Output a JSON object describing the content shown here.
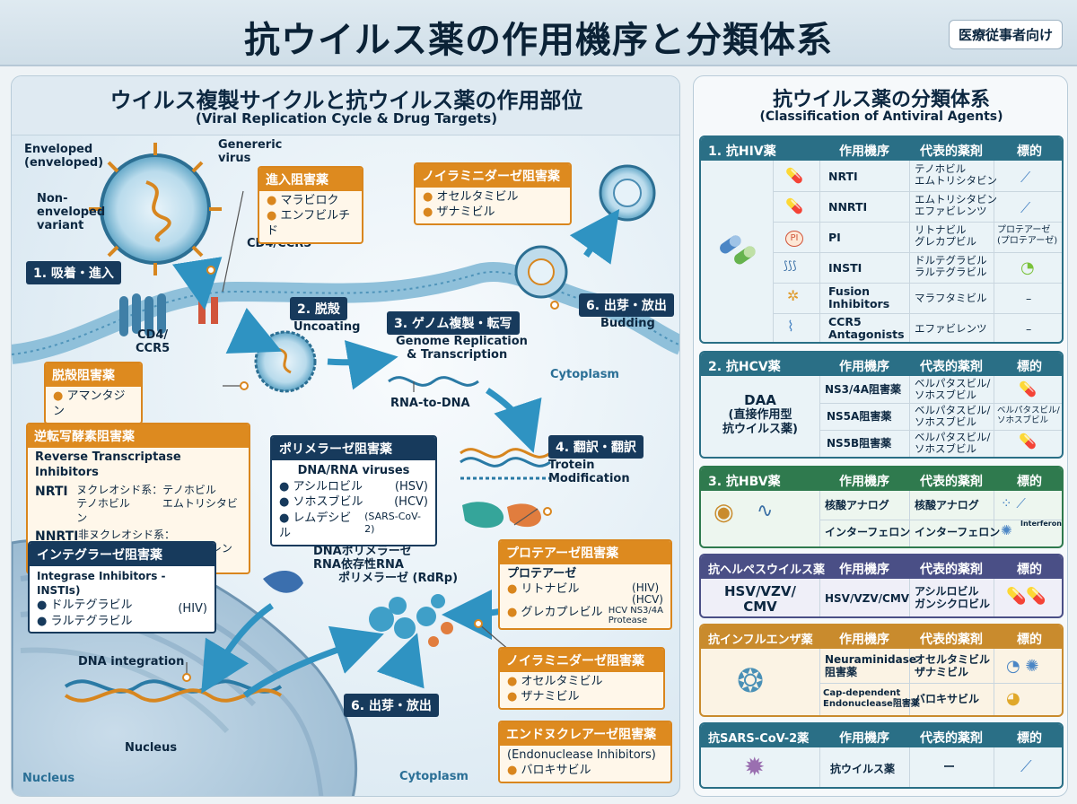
{
  "header": {
    "title": "抗ウイルス薬の作用機序と分類体系",
    "audience_badge": "医療従事者向け"
  },
  "diagram": {
    "title": "ウイルス複製サイクルと抗ウイルス薬の作用部位",
    "subtitle": "(Viral Replication Cycle & Drug Targets)",
    "virus_labels": {
      "enveloped_1": "Enveloped",
      "enveloped_2": "(enveloped)",
      "generic_1": "Genereric",
      "generic_2": "virus",
      "non_1": "Non-",
      "non_2": "enveloped",
      "non_3": "variant"
    },
    "receptor_label": "CD4/CCR5",
    "receptor_label_2a": "CD4/",
    "receptor_label_2b": "CCR5",
    "steps": {
      "s1": "1. 吸着・進入",
      "s2": "2. 脱殻",
      "s2_sub": "Uncoating",
      "s3": "3. ゲノム複製・転写",
      "s3_sub1": "Genome Replication",
      "s3_sub2": "& Transcription",
      "s4": "4. 翻訳・翻訳",
      "s4_sub": "Trotein Modification",
      "s6a": "6. 出芽・放出",
      "s6a_sub": "Budding",
      "s6b": "6. 出芽・放出"
    },
    "rna_label": "RNA-to-DNA",
    "cytoplasm_1": "Cytoplasm",
    "cytoplasm_2": "Cytoplasm",
    "nucleus_1": "Nucleus",
    "nucleus_2": "Nucleus",
    "dna_integration": "DNA integration",
    "dnapol_1": "DNAポリメラーゼ",
    "dnapol_2": "RNA依存性RNA",
    "dnapol_3": "ポリメラーゼ (RdRp)",
    "entry_box": {
      "title": "進入阻害薬",
      "items": [
        "マラビロク",
        "エンフビルチド"
      ]
    },
    "neura_box_top": {
      "title": "ノイラミニダーゼ阻害薬",
      "items": [
        "オセルタミビル",
        "ザナミビル"
      ]
    },
    "uncoat_box": {
      "title": "脱殻阻害薬",
      "items": [
        "アマンタジン"
      ]
    },
    "rt_box": {
      "title": "逆転写酵素阻害薬",
      "subtitle": "Reverse Transcriptase Inhibitors",
      "nrti_label": "NRTI",
      "nrti_line1": "ヌクレオシド系：テノホビル",
      "nrti_line2": "テノホビル　　　エムトリシタビン",
      "nnrti_label": "NNRTI",
      "nnrti_line1": "非ヌクレオシド系：",
      "nnrti_line2": "エファビレンツ　 エファビレンツ"
    },
    "pol_box": {
      "title": "ポリメラーゼ阻害薬",
      "subtitle": "DNA/RNA viruses",
      "items": [
        {
          "name": "アシルロビル",
          "target": "(HSV)"
        },
        {
          "name": "ソホスブビル",
          "target": "(HCV)"
        },
        {
          "name": "レムデシビル",
          "target": "(SARS-CoV-2)"
        }
      ]
    },
    "int_box": {
      "title": "インテグラーゼ阻害薬",
      "subtitle": "Integrase Inhibitors - INSTIs)",
      "items": [
        "ドルテグラビル",
        "ラルテグラビル"
      ],
      "target": "(HIV)"
    },
    "pro_box": {
      "title": "プロテアーゼ阻害薬",
      "subtitle": "プロテアーゼ",
      "items": [
        "リトナビル",
        "グレカプレビル"
      ],
      "target1": "(HIV)",
      "target2": "(HCV)",
      "target3a": "HCV NS3/4A",
      "target3b": "Protease"
    },
    "neura_box_bottom": {
      "title": "ノイラミニダーゼ阻害薬",
      "items": [
        "オセルタミビル",
        "ザナミビル"
      ]
    },
    "endo_box": {
      "title": "エンドヌクレアーゼ阻害薬",
      "subtitle": "(Endonuclease Inhibitors)",
      "items": [
        "バロキサビル"
      ]
    }
  },
  "classification": {
    "title": "抗ウイルス薬の分類体系",
    "subtitle": "(Classification of Antiviral Agents)",
    "columns": {
      "mechanism": "作用機序",
      "drugs": "代表的薬剤",
      "target": "標的"
    },
    "hiv": {
      "title": "1. 抗HIV薬",
      "rows": [
        {
          "mech": "NRTI",
          "drug1": "テノホビル",
          "drug2": "エムトリシタビン",
          "target": ""
        },
        {
          "mech": "NNRTI",
          "drug1": "エムトリシタビン",
          "drug2": "エファビレンツ",
          "target": ""
        },
        {
          "mech": "PI",
          "drug1": "リトナビル",
          "drug2": "グレカプビル",
          "target": "プロテアーゼ",
          "target2": "(プロテアーゼ)"
        },
        {
          "mech": "INSTI",
          "drug1": "ドルテグラビル",
          "drug2": "ラルテグラビル",
          "target": ""
        },
        {
          "mech": "Fusion",
          "mech2": "Inhibitors",
          "drug1": "マラフタミビル",
          "drug2": "",
          "target": "–"
        },
        {
          "mech": "CCR5",
          "mech2": "Antagonists",
          "drug1": "エファビレンツ",
          "drug2": "",
          "target": "–"
        }
      ],
      "pi_badge": "PI"
    },
    "hcv": {
      "title": "2. 抗HCV薬",
      "left1": "DAA",
      "left2": "(直接作用型",
      "left3": "抗ウイルス薬)",
      "rows": [
        {
          "mech": "NS3/4A阻害薬",
          "drug1": "ベルパタスビル/",
          "drug2": "ソホスブビル",
          "target": ""
        },
        {
          "mech": "NS5A阻害薬",
          "drug1": "ベルパタスビル/",
          "drug2": "ソホスブビル",
          "target": "ベルパタスビル/",
          "target2": "ソホスブビル"
        },
        {
          "mech": "NS5B阻害薬",
          "drug1": "ベルパタスビル/",
          "drug2": "ソホスブビル",
          "target": ""
        }
      ]
    },
    "hbv": {
      "title": "3. 抗HBV薬",
      "rows": [
        {
          "mech": "核酸アナログ",
          "drug": "核酸アナログ"
        },
        {
          "mech": "インターフェロン",
          "drug": "インターフェロン"
        }
      ],
      "interferon_label": "Interferon"
    },
    "herpes": {
      "title": "抗ヘルペスウイルス薬",
      "left1": "HSV/VZV/",
      "left2": "CMV",
      "mech": "HSV/VZV/CMV",
      "drug1": "アシルロビル",
      "drug2": "ガンシクロビル"
    },
    "flu": {
      "title": "抗インフルエンザ薬",
      "rows": [
        {
          "mech": "Neuraminidase",
          "mech2": "阻害薬",
          "drug1": "オセルタミビル",
          "drug2": "ザナミビル"
        },
        {
          "mech": "Cap-dependent",
          "mech2": "Endonuclease阻害薬",
          "drug1": "バロキサビル",
          "drug2": ""
        }
      ]
    },
    "sars": {
      "title": "抗SARS-CoV-2薬",
      "mech": "抗ウイルス薬",
      "drug": "ー"
    }
  },
  "colors": {
    "navy": "#173a5c",
    "teal": "#2a6f86",
    "green": "#2f7a4e",
    "purple": "#4a4f86",
    "orange": "#dd8a1f",
    "membrane": "#8fc0da"
  }
}
